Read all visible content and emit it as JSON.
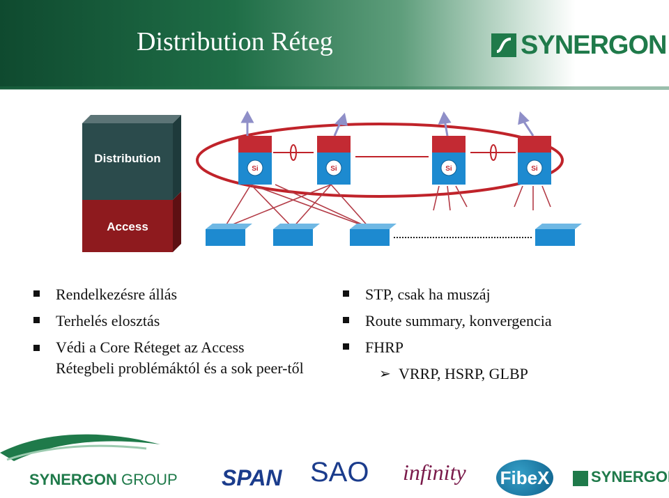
{
  "slide": {
    "title": "Distribution Réteg",
    "brand_logo_text": "SYNERGON"
  },
  "diagram": {
    "layer_top_label": "Distribution",
    "layer_bottom_label": "Access",
    "switch_badge": "Si",
    "colors": {
      "distribution_block": "#2b4b4c",
      "access_block": "#8e1a1e",
      "ring": "#c0232a",
      "switch_blue": "#1d8ad0"
    }
  },
  "left_bullets": [
    "Rendelkezésre állás",
    "Terhelés elosztás",
    "Védi a Core Réteget az Access Rétegbeli problémáktól és a sok peer-től"
  ],
  "right_bullets": [
    "STP, csak ha muszáj",
    "Route summary, konvergencia",
    "FHRP"
  ],
  "right_subbullets": [
    "VRRP, HSRP, GLBP"
  ],
  "footer": {
    "group_brand_a": "SYNERGON",
    "group_brand_b": " GROUP",
    "partner_1": "SPAN",
    "partner_2": "SAO",
    "partner_3": "infinity",
    "partner_4": "FibeX",
    "partner_5": "SYNERGON"
  }
}
